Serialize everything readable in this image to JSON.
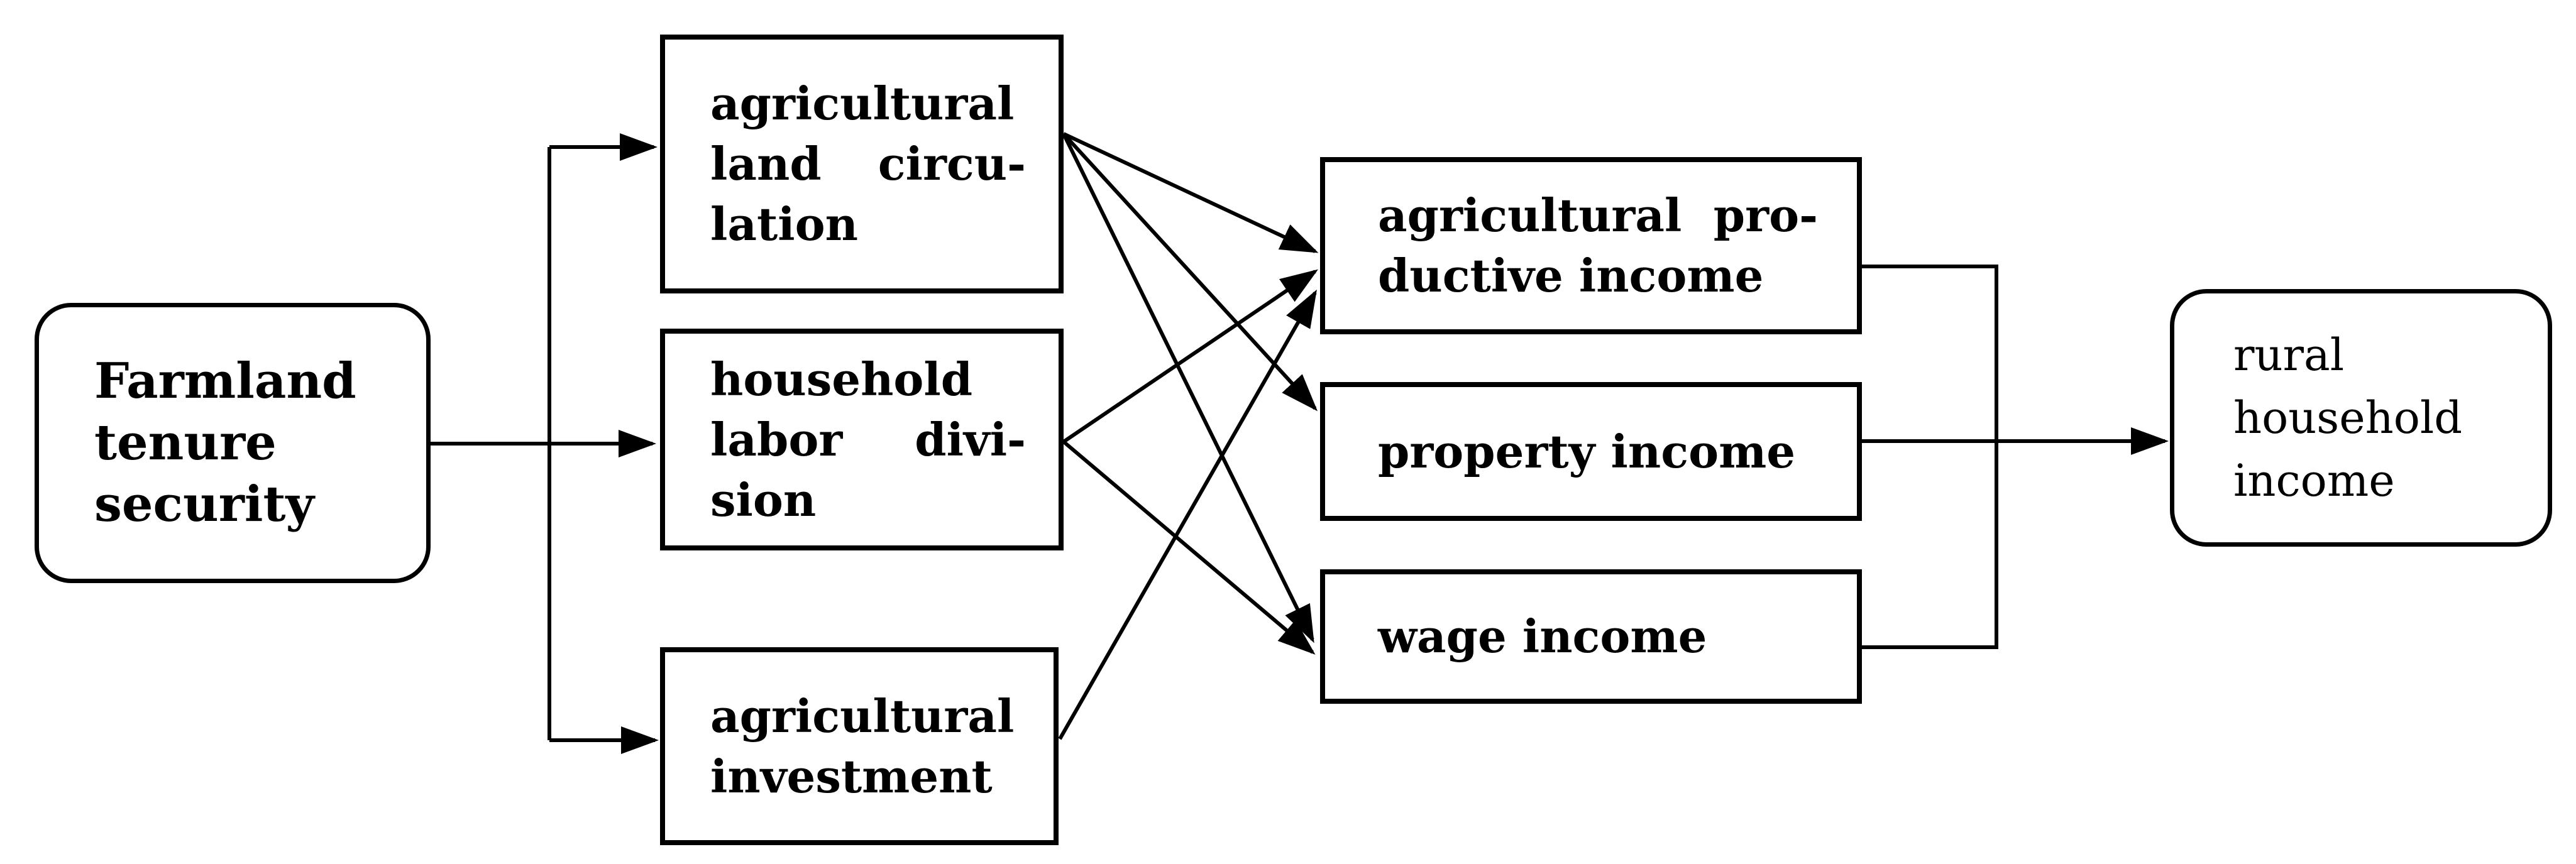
{
  "figure": {
    "background_color": "#ffffff",
    "stroke_color": "#000000",
    "description": "Mediation path diagram from farmland tenure security to rural household income"
  },
  "nodes": {
    "farmland_tenure_security": {
      "label": "Farmland tenure security",
      "shape": "rounded-rectangle",
      "lines": [
        "Farmland",
        "tenure",
        "security"
      ]
    },
    "agricultural_land_circulation": {
      "label": "agricultural land circulation",
      "shape": "rectangle",
      "lines": [
        "agricultural",
        "land circu-",
        "lation"
      ]
    },
    "household_labor_division": {
      "label": "household labor division",
      "shape": "rectangle",
      "lines": [
        "household",
        "labor divi-",
        "sion"
      ]
    },
    "agricultural_investment": {
      "label": "agricultural investment",
      "shape": "rectangle",
      "lines": [
        "agricultural",
        "investment"
      ]
    },
    "agricultural_productive_income": {
      "label": "agricultural productive income",
      "shape": "rectangle",
      "lines": [
        "agricultural pro-",
        "ductive income"
      ]
    },
    "property_income": {
      "label": "property income",
      "shape": "rectangle",
      "lines": [
        "property income"
      ]
    },
    "wage_income": {
      "label": "wage income",
      "shape": "rectangle",
      "lines": [
        "wage income"
      ]
    },
    "rural_household_income": {
      "label": "rural household income",
      "shape": "rounded-rectangle",
      "lines": [
        "rural",
        "household",
        "income"
      ]
    }
  },
  "edges": [
    {
      "from": "farmland_tenure_security",
      "to": "agricultural_land_circulation",
      "arrow": true
    },
    {
      "from": "farmland_tenure_security",
      "to": "household_labor_division",
      "arrow": true
    },
    {
      "from": "farmland_tenure_security",
      "to": "agricultural_investment",
      "arrow": true
    },
    {
      "from": "agricultural_land_circulation",
      "to": "agricultural_productive_income",
      "arrow": true
    },
    {
      "from": "agricultural_land_circulation",
      "to": "property_income",
      "arrow": true
    },
    {
      "from": "agricultural_land_circulation",
      "to": "wage_income",
      "arrow": true
    },
    {
      "from": "household_labor_division",
      "to": "agricultural_productive_income",
      "arrow": true
    },
    {
      "from": "household_labor_division",
      "to": "wage_income",
      "arrow": true
    },
    {
      "from": "agricultural_investment",
      "to": "agricultural_productive_income",
      "arrow": true
    },
    {
      "from": "agricultural_productive_income",
      "to": "rural_household_income",
      "arrow": true
    },
    {
      "from": "property_income",
      "to": "rural_household_income",
      "arrow": true
    },
    {
      "from": "wage_income",
      "to": "rural_household_income",
      "arrow": true
    }
  ]
}
